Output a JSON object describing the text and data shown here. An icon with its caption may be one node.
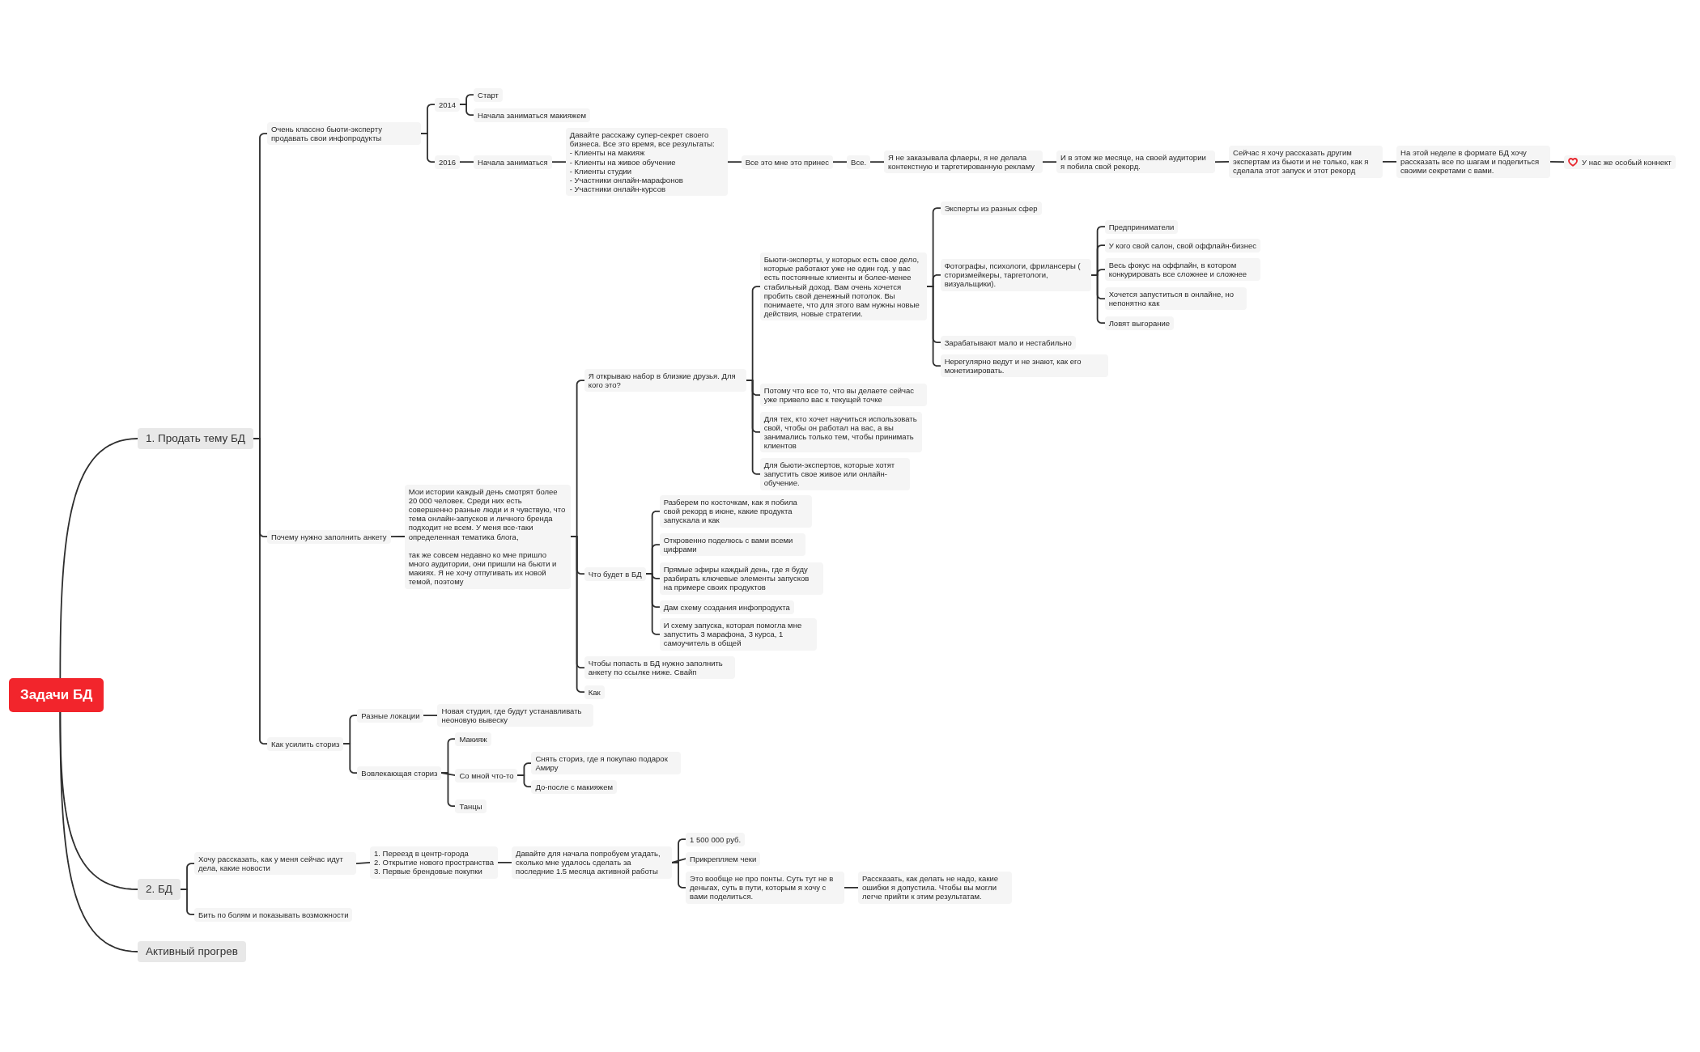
{
  "diagram": {
    "nodes": [
      {
        "text": [
          "Задачи БД"
        ]
      },
      {
        "text": [
          "1. Продать тему БД"
        ]
      },
      {
        "text": [
          "Очень классно бьюти-эксперту продавать свои инфопродукты"
        ]
      },
      {
        "text": [
          "2014"
        ]
      },
      {
        "text": [
          "Старт"
        ]
      },
      {
        "text": [
          "Начала заниматься макияжем"
        ]
      },
      {
        "text": [
          "2016"
        ]
      },
      {
        "text": [
          "Начала заниматься"
        ]
      },
      {
        "text": [
          "Давайте расскажу супер-секрет своего бизнеса. Все это время, все результаты:",
          "- Клиенты на макияж",
          "- Клиенты на живое обучение",
          "- Клиенты студии",
          "- Участники онлайн-марафонов",
          "- Участники онлайн-курсов"
        ]
      },
      {
        "text": [
          "Все это мне это принес"
        ]
      },
      {
        "text": [
          "Все."
        ]
      },
      {
        "text": [
          "Я не заказывала флаеры, я не делала контекстную и таргетированную рекламу"
        ]
      },
      {
        "text": [
          "И в этом же месяце, на своей аудитории я побила свой рекорд."
        ]
      },
      {
        "text": [
          "Сейчас я хочу рассказать другим экспертам из бьюти и не только, как я сделала этот запуск и этот рекорд"
        ]
      },
      {
        "text": [
          "На этой неделе в формате БД хочу рассказать все по шагам и поделиться своими секретами с вами."
        ]
      },
      {
        "text": [
          "У нас же особый коннект"
        ]
      },
      {
        "text": [
          "Почему нужно заполнить анкету"
        ]
      },
      {
        "text": [
          "Мои истории каждый день смотрят более 20 000 человек. Среди них есть совершенно разные люди и я чувствую, что тема онлайн-запусков и личного бренда подходит не всем. У меня все-таки определенная тематика блога,",
          "так же совсем недавно ко мне пришло много аудитории, они пришли на бьюти и макиях. Я не хочу отпугивать их новой темой, поэтому"
        ]
      },
      {
        "text": [
          "Я открываю набор в близкие друзья. Для кого это?"
        ]
      },
      {
        "text": [
          "Бьюти-эксперты, у которых есть свое дело, которые работают уже не один год. у вас есть постоянные клиенты и более-менее стабильный доход. Вам очень хочется пробить свой денежный потолок. Вы понимаете, что для этого вам нужны новые действия, новые стратегии."
        ]
      },
      {
        "text": [
          "Эксперты из разных сфер"
        ]
      },
      {
        "text": [
          "Фотографы, психологи, фрилансеры ( сторизмейкеры, таргетологи, визуальщики)."
        ]
      },
      {
        "text": [
          "Предприниматели"
        ]
      },
      {
        "text": [
          "У кого свой салон, свой оффлайн-бизнес"
        ]
      },
      {
        "text": [
          "Весь фокус на оффлайн, в котором конкурировать все сложнее и сложнее"
        ]
      },
      {
        "text": [
          "Хочется запуститься в онлайне, но непонятно как"
        ]
      },
      {
        "text": [
          "Ловят выгорание"
        ]
      },
      {
        "text": [
          "Зарабатывают мало и нестабильно"
        ]
      },
      {
        "text": [
          "Нерегулярно ведут и не знают, как его монетизировать."
        ]
      },
      {
        "text": [
          "Потому что все то, что вы делаете сейчас уже привело вас к текущей точке"
        ]
      },
      {
        "text": [
          "Для тех, кто хочет научиться использовать свой, чтобы он работал на вас, а вы занимались только тем, чтобы принимать клиентов"
        ]
      },
      {
        "text": [
          "Для бьюти-экспертов, которые хотят запустить свое живое или онлайн-обучение."
        ]
      },
      {
        "text": [
          "Что будет в БД"
        ]
      },
      {
        "text": [
          "Разберем по косточкам, как я побила свой рекорд в июне, какие продукта запускала и как"
        ]
      },
      {
        "text": [
          "Откровенно поделюсь с вами всеми цифрами"
        ]
      },
      {
        "text": [
          "Прямые эфиры каждый день, где я буду разбирать ключевые элементы запусков на примере своих продуктов"
        ]
      },
      {
        "text": [
          "Дам схему создания инфопродукта"
        ]
      },
      {
        "text": [
          "И схему запуска, которая помогла мне запустить 3 марафона, 3 курса, 1 самоучитель в общей"
        ]
      },
      {
        "text": [
          "Чтобы попасть в БД нужно заполнить анкету по ссылке ниже. Свайп"
        ]
      },
      {
        "text": [
          "Как"
        ]
      },
      {
        "text": [
          "Как усилить сториз"
        ]
      },
      {
        "text": [
          "Разные локации"
        ]
      },
      {
        "text": [
          "Новая студия, где будут устанавливать неоновую вывеску"
        ]
      },
      {
        "text": [
          "Вовлекающая сториз"
        ]
      },
      {
        "text": [
          "Макияж"
        ]
      },
      {
        "text": [
          "Со мной что-то"
        ]
      },
      {
        "text": [
          "Снять сториз, где я покупаю подарок Амиру"
        ]
      },
      {
        "text": [
          "До-после с макияжем"
        ]
      },
      {
        "text": [
          "Танцы"
        ]
      },
      {
        "text": [
          "2. БД"
        ]
      },
      {
        "text": [
          "Хочу рассказать, как у меня сейчас идут дела, какие новости"
        ]
      },
      {
        "text": [
          "1. Переезд в центр-города",
          "2. Открытие нового пространства",
          "3. Первые брендовые покупки"
        ]
      },
      {
        "text": [
          "Давайте для начала попробуем угадать, сколько мне удалось сделать за последние 1.5 месяца активной работы"
        ]
      },
      {
        "text": [
          "1 500 000 руб."
        ]
      },
      {
        "text": [
          "Прикрепляем чеки"
        ]
      },
      {
        "text": [
          "Это вообще не про понты. Суть тут не в деньгах, суть в пути, которым я хочу с вами поделиться."
        ]
      },
      {
        "text": [
          "Рассказать, как делать не надо, какие ошибки я допустила. Чтобы вы могли легче прийти к этим результатам."
        ]
      },
      {
        "text": [
          "Бить по болям и показывать возможности"
        ]
      },
      {
        "text": [
          "Активный прогрев"
        ]
      }
    ],
    "edges": [
      {
        "from": 0,
        "to": 1,
        "arrow": "none"
      },
      {
        "from": 0,
        "to": 49,
        "arrow": "none"
      },
      {
        "from": 0,
        "to": 58,
        "arrow": "none"
      },
      {
        "from": 1,
        "to": 2,
        "arrow": "none"
      },
      {
        "from": 1,
        "to": 16,
        "arrow": "none"
      },
      {
        "from": 1,
        "to": 40,
        "arrow": "none"
      },
      {
        "from": 2,
        "to": 3,
        "arrow": "none"
      },
      {
        "from": 2,
        "to": 6,
        "arrow": "none"
      },
      {
        "from": 3,
        "to": 4,
        "arrow": "none"
      },
      {
        "from": 3,
        "to": 5,
        "arrow": "none"
      },
      {
        "from": 6,
        "to": 7,
        "arrow": "none"
      },
      {
        "from": 7,
        "to": 8,
        "arrow": "none"
      },
      {
        "from": 8,
        "to": 9,
        "arrow": "none"
      },
      {
        "from": 9,
        "to": 10,
        "arrow": "none"
      },
      {
        "from": 10,
        "to": 11,
        "arrow": "none"
      },
      {
        "from": 11,
        "to": 12,
        "arrow": "none"
      },
      {
        "from": 12,
        "to": 13,
        "arrow": "none"
      },
      {
        "from": 13,
        "to": 14,
        "arrow": "none"
      },
      {
        "from": 14,
        "to": 15,
        "arrow": "none"
      },
      {
        "from": 16,
        "to": 17,
        "arrow": "none"
      },
      {
        "from": 17,
        "to": 18,
        "arrow": "none"
      },
      {
        "from": 17,
        "to": 32,
        "arrow": "none"
      },
      {
        "from": 17,
        "to": 38,
        "arrow": "none"
      },
      {
        "from": 17,
        "to": 39,
        "arrow": "none"
      },
      {
        "from": 18,
        "to": 19,
        "arrow": "none"
      },
      {
        "from": 18,
        "to": 29,
        "arrow": "none"
      },
      {
        "from": 18,
        "to": 30,
        "arrow": "none"
      },
      {
        "from": 18,
        "to": 31,
        "arrow": "none"
      },
      {
        "from": 19,
        "to": 20,
        "arrow": "none"
      },
      {
        "from": 19,
        "to": 21,
        "arrow": "none"
      },
      {
        "from": 19,
        "to": 27,
        "arrow": "none"
      },
      {
        "from": 19,
        "to": 28,
        "arrow": "none"
      },
      {
        "from": 21,
        "to": 22,
        "arrow": "none"
      },
      {
        "from": 21,
        "to": 23,
        "arrow": "none"
      },
      {
        "from": 21,
        "to": 24,
        "arrow": "none"
      },
      {
        "from": 21,
        "to": 25,
        "arrow": "none"
      },
      {
        "from": 21,
        "to": 26,
        "arrow": "none"
      },
      {
        "from": 32,
        "to": 33,
        "arrow": "none"
      },
      {
        "from": 32,
        "to": 34,
        "arrow": "none"
      },
      {
        "from": 32,
        "to": 35,
        "arrow": "none"
      },
      {
        "from": 32,
        "to": 36,
        "arrow": "none"
      },
      {
        "from": 32,
        "to": 37,
        "arrow": "none"
      },
      {
        "from": 40,
        "to": 41,
        "arrow": "none"
      },
      {
        "from": 40,
        "to": 43,
        "arrow": "none"
      },
      {
        "from": 41,
        "to": 42,
        "arrow": "none"
      },
      {
        "from": 43,
        "to": 44,
        "arrow": "none"
      },
      {
        "from": 43,
        "to": 45,
        "arrow": "none"
      },
      {
        "from": 43,
        "to": 48,
        "arrow": "none"
      },
      {
        "from": 45,
        "to": 46,
        "arrow": "none"
      },
      {
        "from": 45,
        "to": 47,
        "arrow": "none"
      },
      {
        "from": 49,
        "to": 50,
        "arrow": "none"
      },
      {
        "from": 49,
        "to": 57,
        "arrow": "none"
      },
      {
        "from": 50,
        "to": 51,
        "arrow": "none"
      },
      {
        "from": 51,
        "to": 52,
        "arrow": "none"
      },
      {
        "from": 52,
        "to": 53,
        "arrow": "none"
      },
      {
        "from": 52,
        "to": 54,
        "arrow": "none"
      },
      {
        "from": 52,
        "to": 55,
        "arrow": "none"
      },
      {
        "from": 55,
        "to": 56,
        "arrow": "none"
      }
    ]
  }
}
